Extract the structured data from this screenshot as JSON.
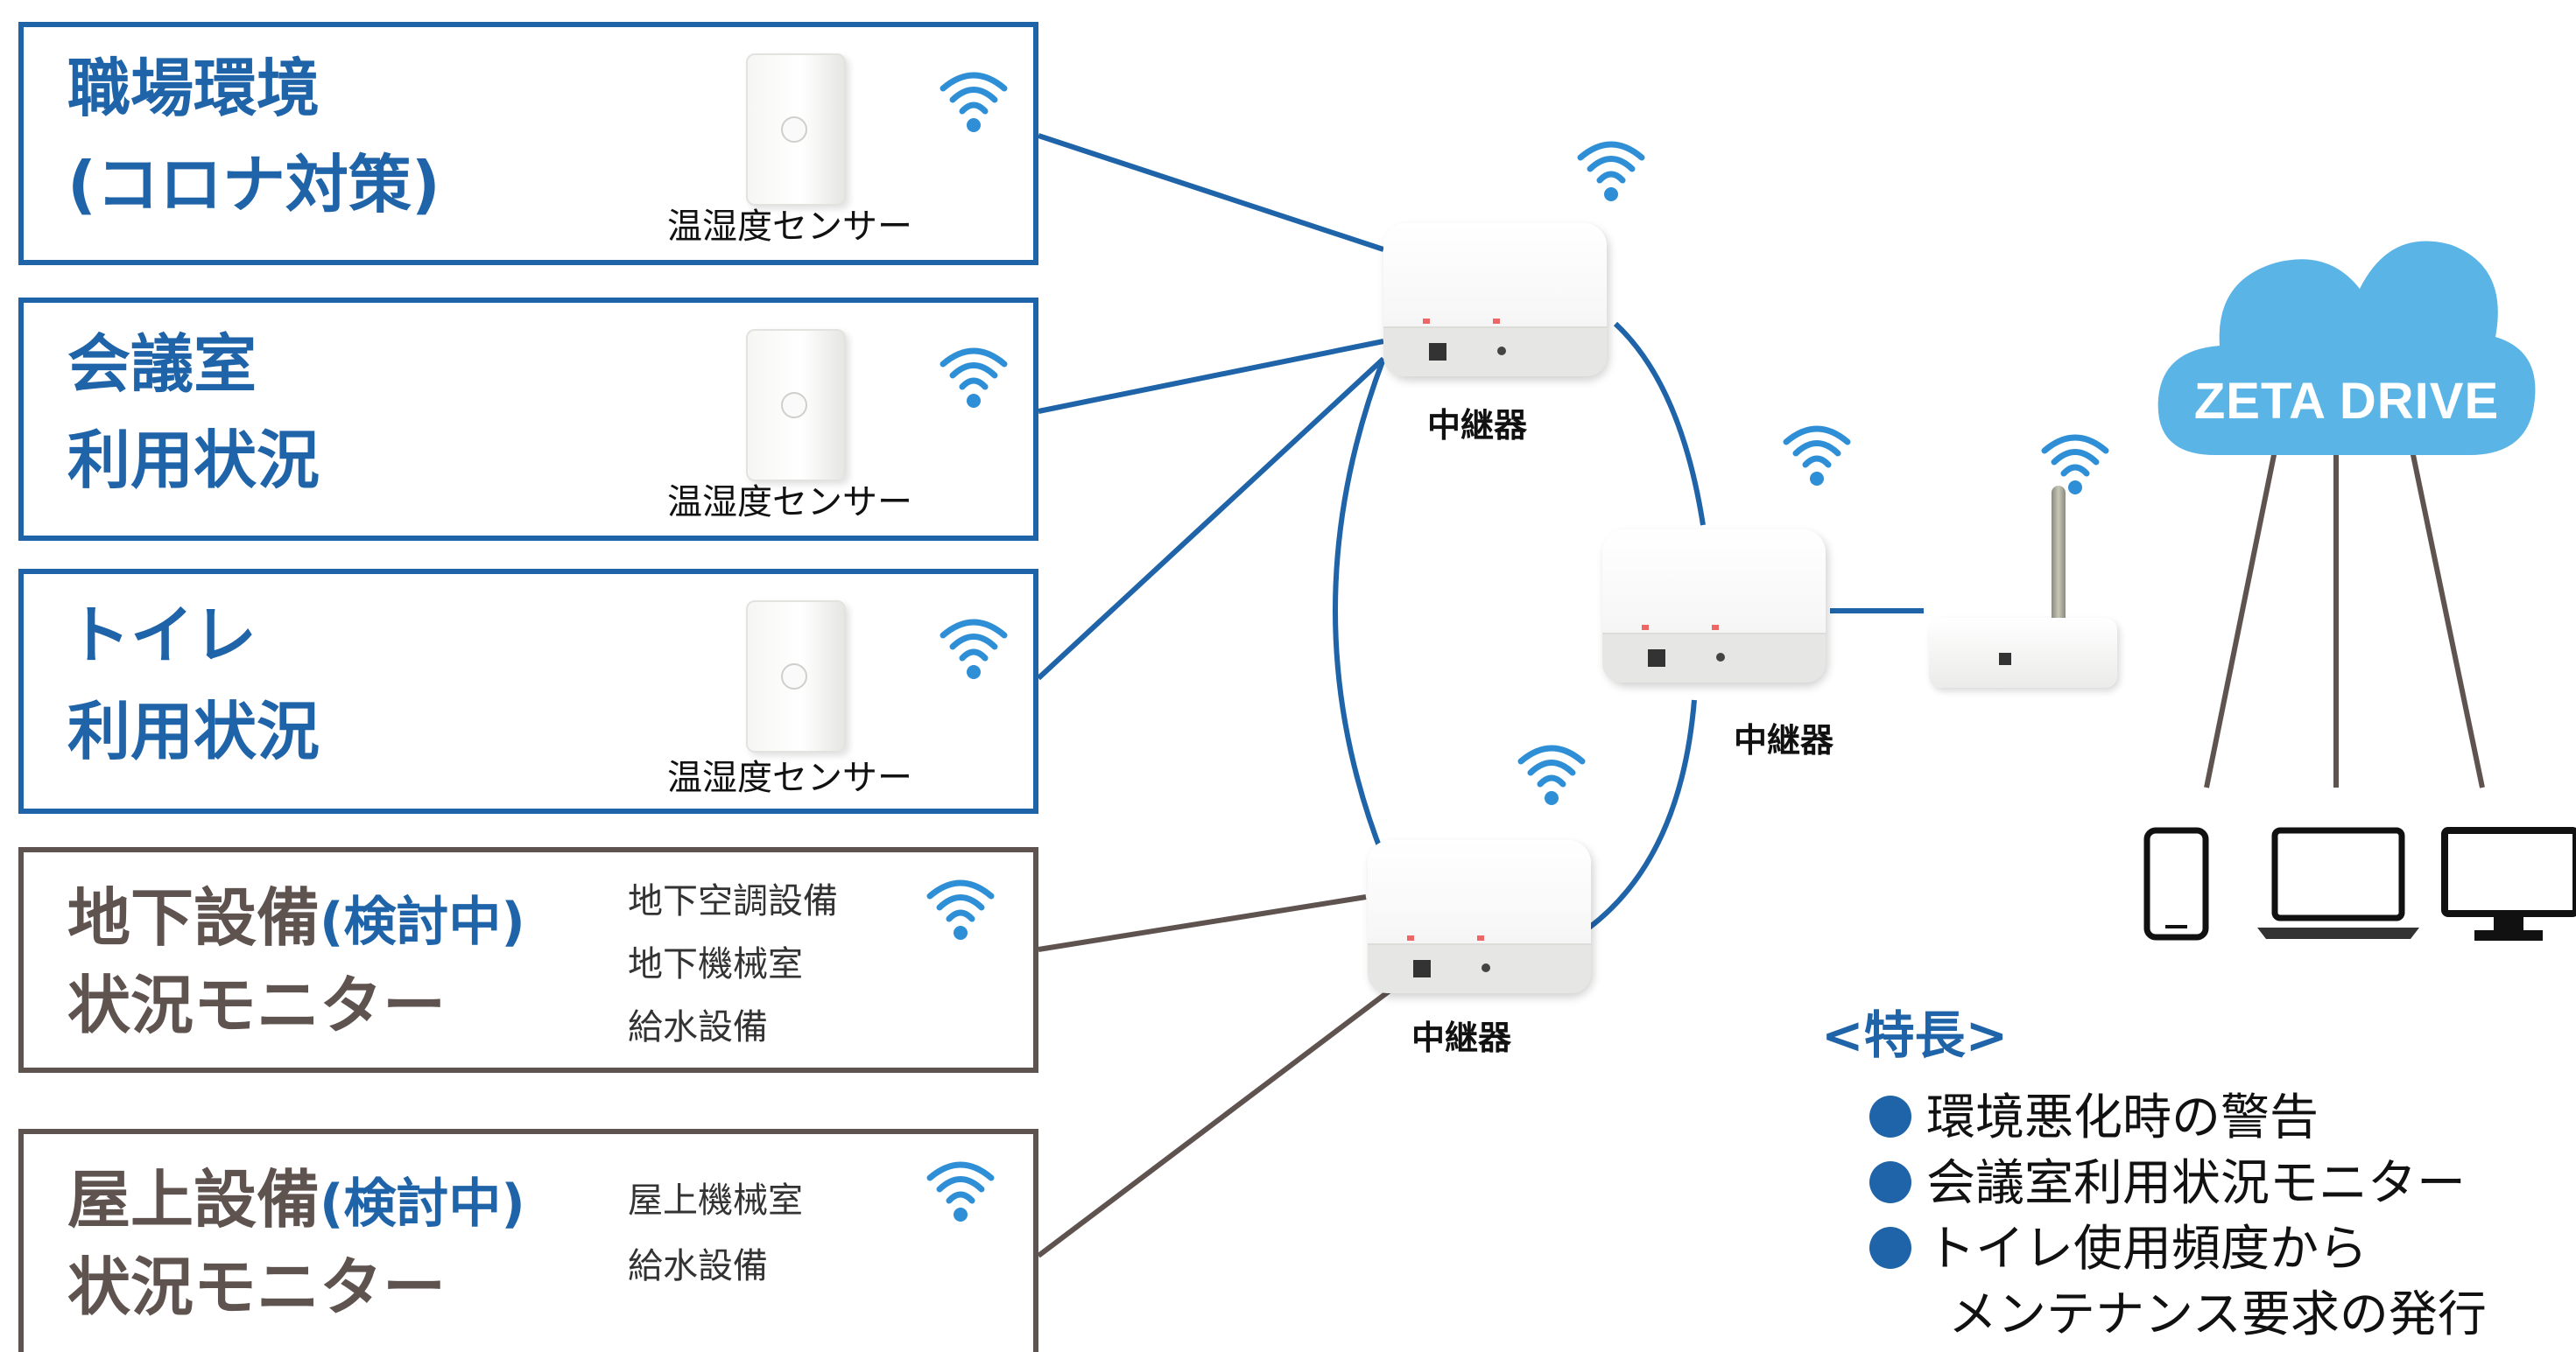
{
  "groups": [
    {
      "title_lines": [
        "職場環境",
        "(コロナ対策)"
      ],
      "sensor_label": "温湿度センサー"
    },
    {
      "title_lines": [
        "会議室",
        "利用状況"
      ],
      "sensor_label": "温湿度センサー"
    },
    {
      "title_lines": [
        "トイレ",
        "利用状況"
      ],
      "sensor_label": "温湿度センサー"
    },
    {
      "title_line1": "地下設備",
      "title_note": "(検討中)",
      "title_line2": "状況モニター",
      "sub_items": [
        "地下空調設備",
        "地下機械室",
        "給水設備"
      ]
    },
    {
      "title_line1": "屋上設備",
      "title_note": "(検討中)",
      "title_line2": "状況モニター",
      "sub_items": [
        "屋上機械室",
        "給水設備"
      ]
    }
  ],
  "relays": [
    {
      "label": "中継器"
    },
    {
      "label": "中継器"
    },
    {
      "label": "中継器"
    }
  ],
  "cloud": {
    "label": "ZETA DRIVE"
  },
  "features": {
    "heading": "<特長>",
    "items": [
      "環境悪化時の警告",
      "会議室利用状況モニター",
      "トイレ使用頻度から",
      "メンテナンス要求の発行"
    ]
  },
  "colors": {
    "blue": "#1f64a8",
    "brown_gray": "#5f5350",
    "cloud": "#5ab4e6",
    "wifi": "#2e8fd6"
  },
  "icons": [
    "wifi-icon",
    "smartphone-icon",
    "laptop-icon",
    "monitor-icon",
    "cloud-icon"
  ]
}
